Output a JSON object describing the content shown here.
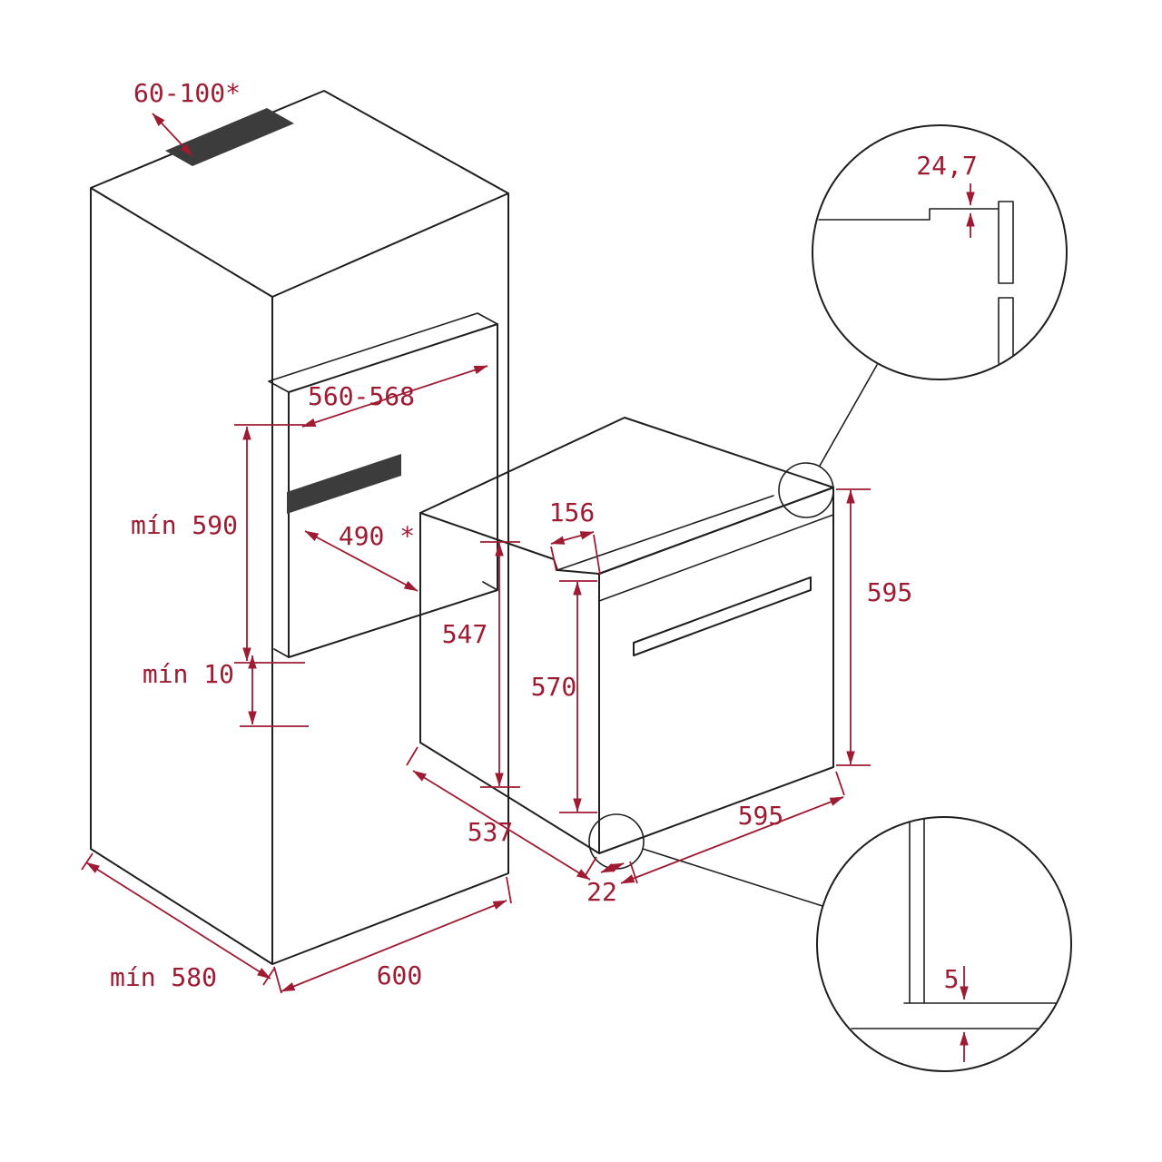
{
  "diagram": {
    "type": "oven-installation-drawing",
    "colors": {
      "line": "#1f1f1f",
      "dimension": "#9e1b32",
      "dark_fill": "#3c3c3c",
      "background": "#ffffff"
    },
    "labels": {
      "vent_cutout": "60-100*",
      "niche_width": "560-568",
      "niche_height": "mín 590",
      "niche_depth": "490 *",
      "bottom_gap": "mín 10",
      "cabinet_depth": "mín 580",
      "cabinet_width": "600",
      "panel_depth": "156",
      "body_height": "547",
      "inner_height": "570",
      "front_height": "595",
      "body_depth": "537",
      "front_width": "595",
      "front_offset": "22",
      "detail_top_clearance": "24,7",
      "detail_bottom_clearance": "5"
    }
  }
}
